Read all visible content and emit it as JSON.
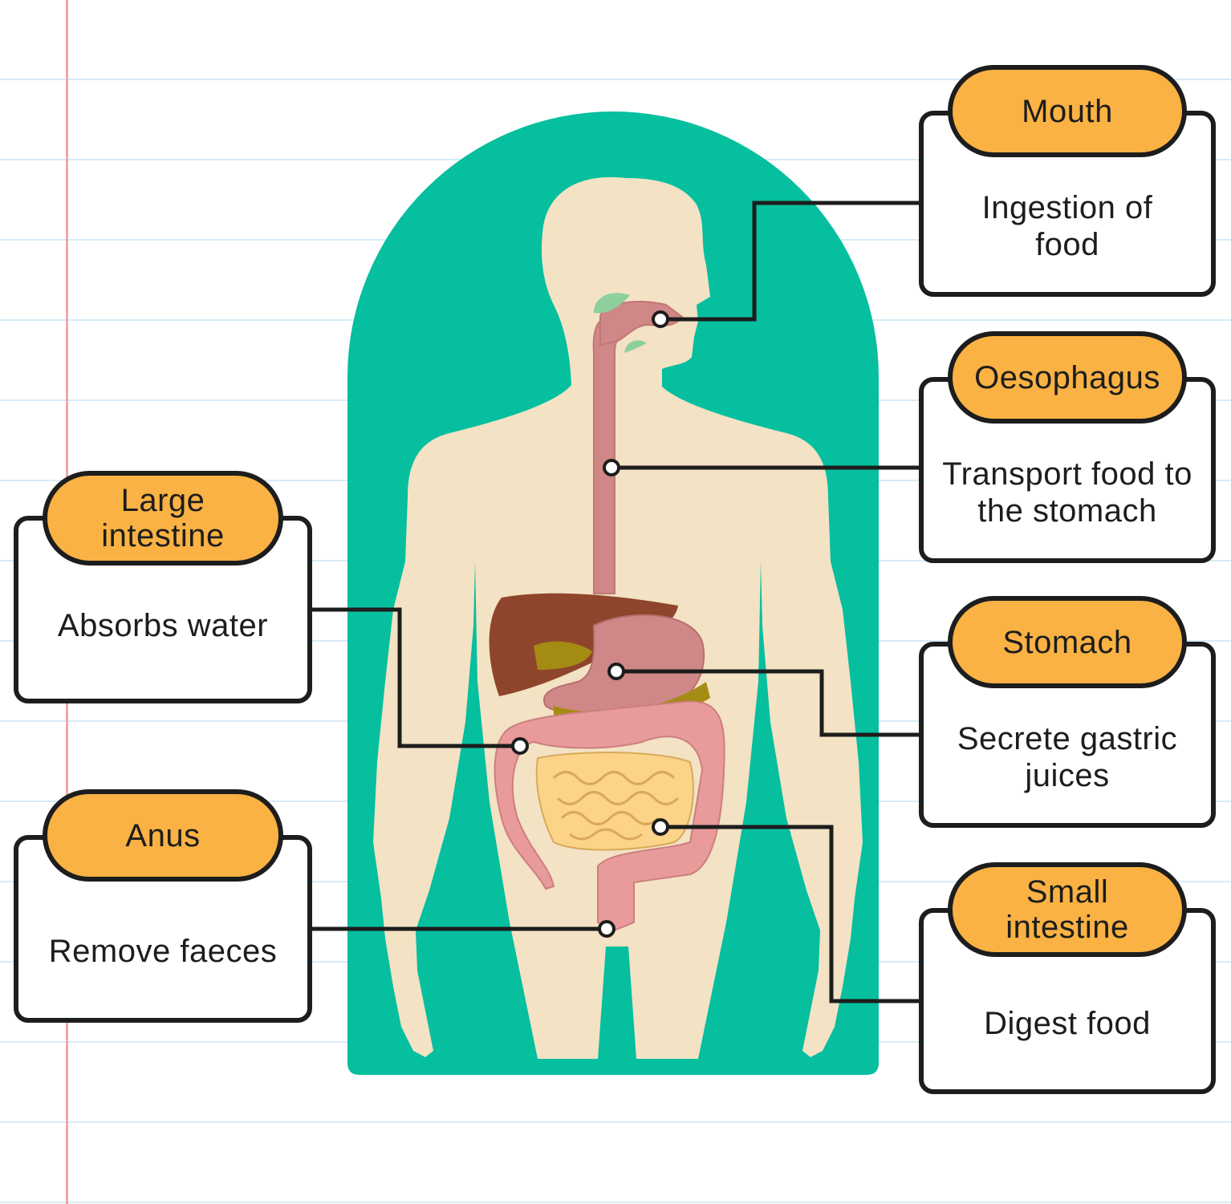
{
  "colors": {
    "panel": "#05bf9f",
    "body": "#f3e2c4",
    "label_fill": "#f9b243",
    "outline": "#1d1d1d",
    "ruled_line": "#d6ebf8",
    "margin_line": "#f2a7a7"
  },
  "parts": [
    {
      "name": "Mouth",
      "function": "Ingestion of food"
    },
    {
      "name": "Oesophagus",
      "function": "Transport food to the stomach"
    },
    {
      "name": "Stomach",
      "function": "Secrete gastric juices"
    },
    {
      "name": "Small intestine",
      "function": "Digest food"
    },
    {
      "name": "Large intestine",
      "function": "Absorbs water"
    },
    {
      "name": "Anus",
      "function": "Remove faeces"
    }
  ]
}
